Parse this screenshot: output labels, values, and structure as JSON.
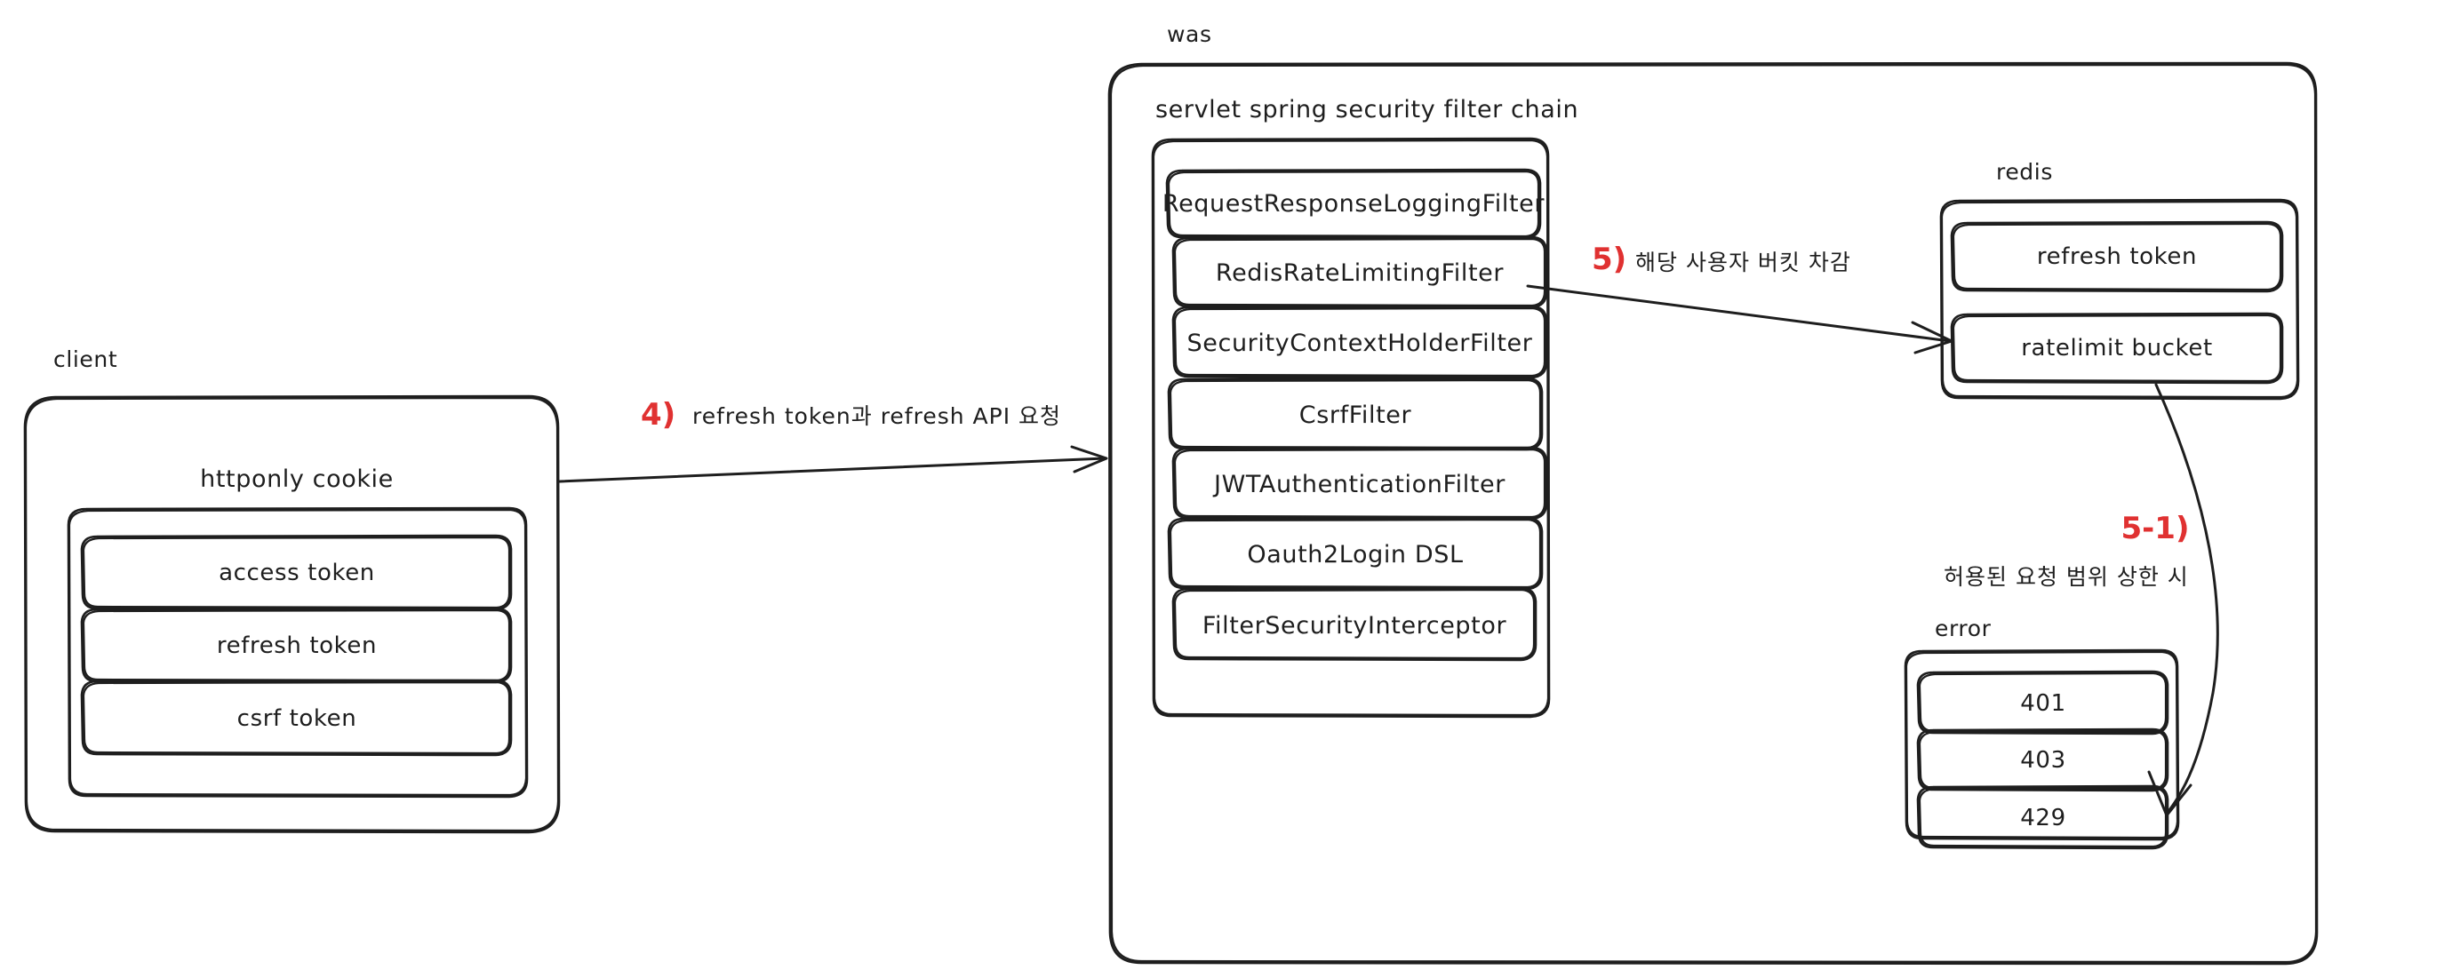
{
  "diagram": {
    "title": "auth refresh / rate-limit flow",
    "background": "#ffffff",
    "stroke_color": "#1e1e1e",
    "accent_color": "#e03131"
  },
  "client": {
    "caption": "client",
    "cookie_group_label": "httponly cookie",
    "tokens": [
      {
        "label": "access token"
      },
      {
        "label": "refresh token"
      },
      {
        "label": "csrf token"
      }
    ]
  },
  "was": {
    "caption": "was",
    "filter_chain_label": "servlet spring security filter chain",
    "filters": [
      {
        "label": "RequestResponseLoggingFilter"
      },
      {
        "label": "RedisRateLimitingFilter"
      },
      {
        "label": "SecurityContextHolderFilter"
      },
      {
        "label": "CsrfFilter"
      },
      {
        "label": "JWTAuthenticationFilter"
      },
      {
        "label": "Oauth2Login DSL"
      },
      {
        "label": "FilterSecurityInterceptor"
      }
    ],
    "redis": {
      "caption": "redis",
      "items": [
        {
          "label": "refresh token"
        },
        {
          "label": "ratelimit bucket"
        }
      ]
    },
    "error": {
      "caption": "error",
      "items": [
        {
          "label": "401"
        },
        {
          "label": "403"
        },
        {
          "label": "429"
        }
      ]
    }
  },
  "steps": [
    {
      "number": "4)",
      "text": "refresh token과 refresh API 요청"
    },
    {
      "number": "5)",
      "text": "해당 사용자 버킷 차감"
    },
    {
      "number": "5-1)",
      "text": "허용된 요청 범위 상한 시"
    }
  ]
}
